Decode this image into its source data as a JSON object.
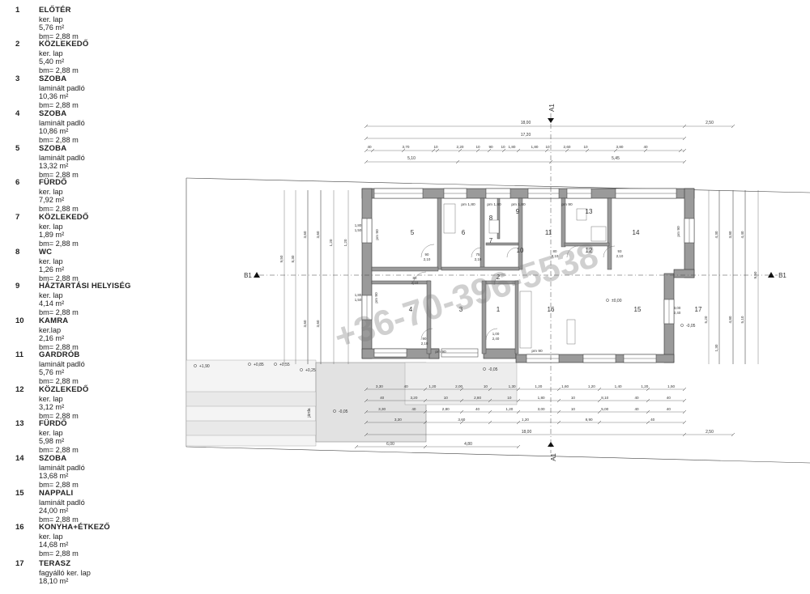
{
  "legend": [
    {
      "num": "1",
      "name": "ELŐTÉR",
      "lines": [
        "ker. lap",
        "5,76 m²",
        "bm= 2,88 m"
      ]
    },
    {
      "num": "2",
      "name": "KÖZLEKEDŐ",
      "lines": [
        "ker. lap",
        "5,40 m²",
        "bm= 2,88 m"
      ]
    },
    {
      "num": "3",
      "name": "SZOBA",
      "lines": [
        "laminált padló",
        "10,36 m²",
        "bm= 2,88 m"
      ]
    },
    {
      "num": "4",
      "name": "SZOBA",
      "lines": [
        "laminált padló",
        "10,86 m²",
        "bm= 2,88 m"
      ]
    },
    {
      "num": "5",
      "name": "SZOBA",
      "lines": [
        "laminált padló",
        "13,32 m²",
        "bm= 2,88 m"
      ]
    },
    {
      "num": "6",
      "name": "FÜRDŐ",
      "lines": [
        "ker. lap",
        "7,92 m²",
        "bm= 2,88 m"
      ]
    },
    {
      "num": "7",
      "name": "KÖZLEKEDŐ",
      "lines": [
        "ker. lap",
        "1,89 m²",
        "bm= 2,88 m"
      ]
    },
    {
      "num": "8",
      "name": "WC",
      "lines": [
        "ker. lap",
        "1,26 m²",
        "bm= 2,88 m"
      ]
    },
    {
      "num": "9",
      "name": "HÁZTARTÁSI HELYISÉG",
      "lines": [
        "ker. lap",
        "4,14 m²",
        "bm= 2,88 m"
      ]
    },
    {
      "num": "10",
      "name": "KAMRA",
      "lines": [
        "ker.lap",
        "2,16 m²",
        "bm= 2,88 m"
      ]
    },
    {
      "num": "11",
      "name": "GARDRÓB",
      "lines": [
        "laminált padló",
        "5,76 m²",
        "bm= 2,88 m"
      ]
    },
    {
      "num": "12",
      "name": "KÖZLEKEDŐ",
      "lines": [
        "ker. lap",
        "3,12 m²",
        "bm= 2,88 m"
      ]
    },
    {
      "num": "13",
      "name": "FÜRDŐ",
      "lines": [
        "ker. lap",
        "5,98 m²",
        "bm= 2,88 m"
      ]
    },
    {
      "num": "14",
      "name": "SZOBA",
      "lines": [
        "laminált padló",
        "13,68 m²",
        "bm= 2,88 m"
      ]
    },
    {
      "num": "15",
      "name": "NAPPALI",
      "lines": [
        "laminált padló",
        "24,00 m²",
        "bm= 2,88 m"
      ]
    },
    {
      "num": "16",
      "name": "KONYHA+ÉTKEZŐ",
      "lines": [
        "ker. lap",
        "14,68 m²",
        "bm= 2,88 m"
      ]
    },
    {
      "num": "17",
      "name": "TERASZ",
      "lines": [
        "fagyálló ker. lap",
        "18,10 m²"
      ]
    }
  ],
  "plan": {
    "section_a": "A1",
    "section_b": "B1",
    "watermark": "+36-70-396-5538",
    "dims_top_total": [
      "18,00",
      "2,50"
    ],
    "dims_top_inner": "17,20",
    "dims_top_row3": [
      "40",
      "3,70",
      "10",
      "2,20",
      "10",
      "90",
      "10",
      "1,80",
      "1,80",
      "10",
      "2,60",
      "10",
      "3,80",
      "40"
    ],
    "dims_top_row4": [
      "5,10",
      "5,45"
    ],
    "dims_bottom_total": [
      "18,00",
      "2,50"
    ],
    "dims_bottom_rows": [
      [
        "3,30",
        "40",
        "1,20",
        "2,00",
        "10",
        "1,30",
        "1,20",
        "1,60",
        "1,20",
        "1,40",
        "1,20",
        "1,50"
      ],
      [
        "40",
        "3,20",
        "10",
        "2,80",
        "10",
        "1,80",
        "10",
        "8,10",
        "40",
        "40"
      ],
      [
        "3,30",
        "40",
        "2,80",
        "40",
        "1,20",
        "3,00",
        "10",
        "5,00",
        "40",
        "40"
      ],
      [
        "3,30",
        "3,60",
        "1,20",
        "8,90",
        "40"
      ]
    ],
    "dims_terrace": [
      "6,00",
      "4,80"
    ],
    "left_dims": [
      "8,30",
      "9,50",
      "3,60",
      "3,60",
      "1,20",
      "1,20"
    ],
    "right_dims": [
      "4,30",
      "3,80",
      "9,50",
      "4,40",
      "5,20",
      "5,10",
      "4,80",
      "1,30"
    ],
    "rooms": [
      "1",
      "2",
      "3",
      "4",
      "5",
      "6",
      "7",
      "8",
      "9",
      "10",
      "11",
      "12",
      "13",
      "14",
      "15",
      "16",
      "17"
    ],
    "level_labels": [
      "±0,00",
      "-0,05",
      "-0,05",
      "-0,05",
      "+0,25",
      "+0,55",
      "+0,85",
      "+1,90"
    ],
    "misc": [
      "járda",
      "pm 90",
      "pm 1,80",
      "pm 1,80",
      "pm 1,80",
      "pm 90",
      "pm 90",
      "pm 90",
      "pm 90",
      "pm 90"
    ],
    "door_labels": [
      "90",
      "2,10",
      "80",
      "2,10",
      "75",
      "2,10",
      "90",
      "2,10",
      "80",
      "2,10",
      "93",
      "2,10",
      "1,80",
      "1,50",
      "1,80",
      "1,50",
      "1,00",
      "2,40",
      "3,00",
      "2,40"
    ]
  }
}
